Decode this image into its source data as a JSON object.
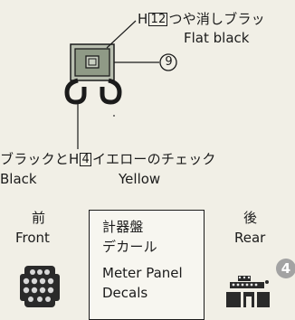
{
  "callout_top": {
    "prefix": "H",
    "code": "12",
    "jp_rest": "つや消しブラッ",
    "en": "Flat black"
  },
  "part_number": "9",
  "callout_mid": {
    "jp_a": "ブラックとH",
    "code": "4",
    "jp_b": "イエローのチェック",
    "en_a": "Black",
    "en_b": "Yellow"
  },
  "front": {
    "jp": "前",
    "en": "Front"
  },
  "rear": {
    "jp": "後",
    "en": "Rear"
  },
  "decal_box": {
    "jp_line1": "計器盤",
    "jp_line2": "デカール",
    "en_line1": "Meter Panel",
    "en_line2": "Decals"
  },
  "decal_number": "4",
  "colors": {
    "paper": "#f1efe6",
    "ink": "#1b1b1b",
    "part_fill": "#8f9a86",
    "badge": "#9a9a9a"
  },
  "icons": [
    "part-drawing-icon",
    "front-panel-icon",
    "rear-panel-icon"
  ]
}
